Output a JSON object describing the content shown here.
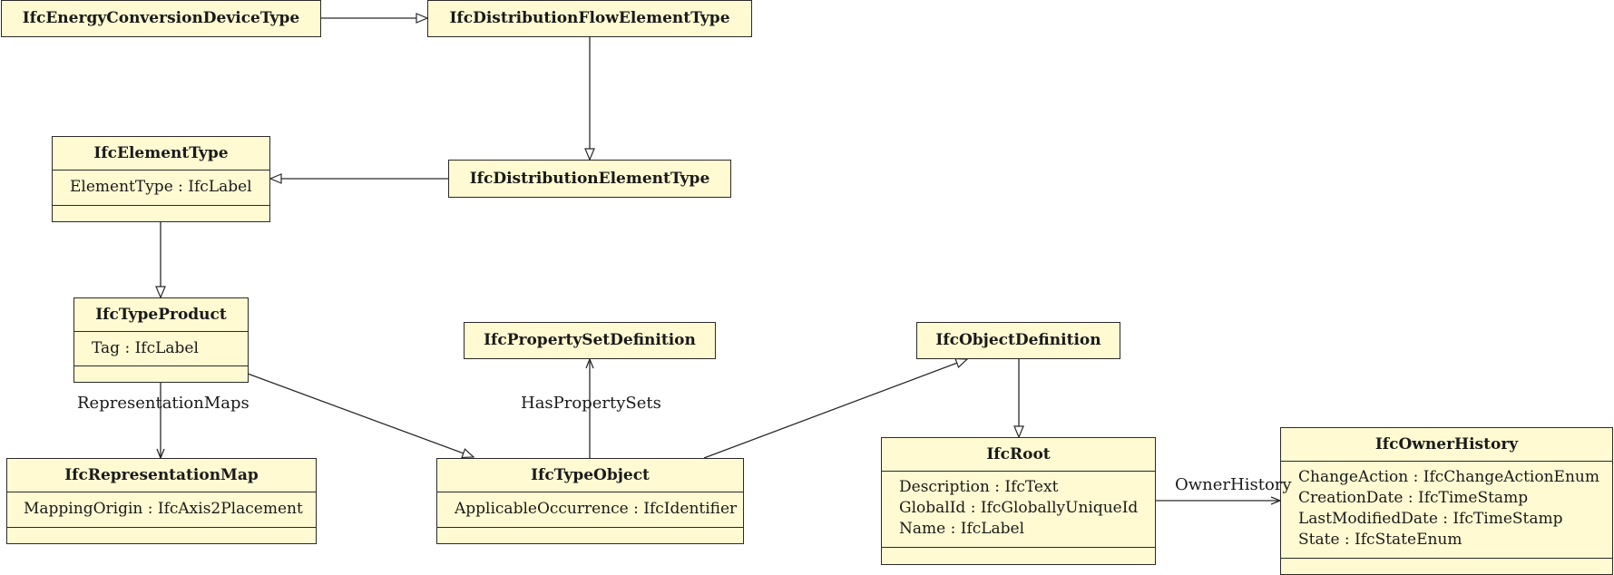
{
  "classes": {
    "energy_conversion_device_type": {
      "name": "IfcEnergyConversionDeviceType"
    },
    "distribution_flow_element_type": {
      "name": "IfcDistributionFlowElementType"
    },
    "element_type": {
      "name": "IfcElementType",
      "attributes": [
        "ElementType : IfcLabel"
      ]
    },
    "distribution_element_type": {
      "name": "IfcDistributionElementType"
    },
    "type_product": {
      "name": "IfcTypeProduct",
      "attributes": [
        "Tag : IfcLabel"
      ]
    },
    "property_set_definition": {
      "name": "IfcPropertySetDefinition"
    },
    "object_definition": {
      "name": "IfcObjectDefinition"
    },
    "representation_map": {
      "name": "IfcRepresentationMap",
      "attributes": [
        "MappingOrigin : IfcAxis2Placement"
      ]
    },
    "type_object": {
      "name": "IfcTypeObject",
      "attributes": [
        "ApplicableOccurrence : IfcIdentifier"
      ]
    },
    "root": {
      "name": "IfcRoot",
      "attributes": [
        "Description : IfcText",
        "GlobalId : IfcGloballyUniqueId",
        "Name : IfcLabel"
      ]
    },
    "owner_history": {
      "name": "IfcOwnerHistory",
      "attributes": [
        "ChangeAction : IfcChangeActionEnum",
        "CreationDate : IfcTimeStamp",
        "LastModifiedDate : IfcTimeStamp",
        "State : IfcStateEnum"
      ]
    }
  },
  "associations": {
    "representation_maps": "RepresentationMaps",
    "has_property_sets": "HasPropertySets",
    "owner_history": "OwnerHistory"
  }
}
